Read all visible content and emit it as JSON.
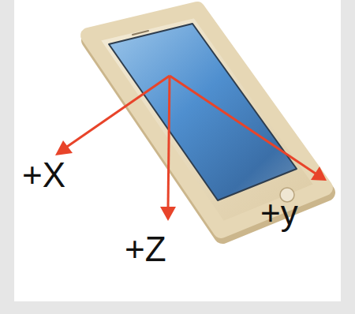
{
  "diagram": {
    "labels": [
      "+X",
      "+Z",
      "+y"
    ]
  }
}
